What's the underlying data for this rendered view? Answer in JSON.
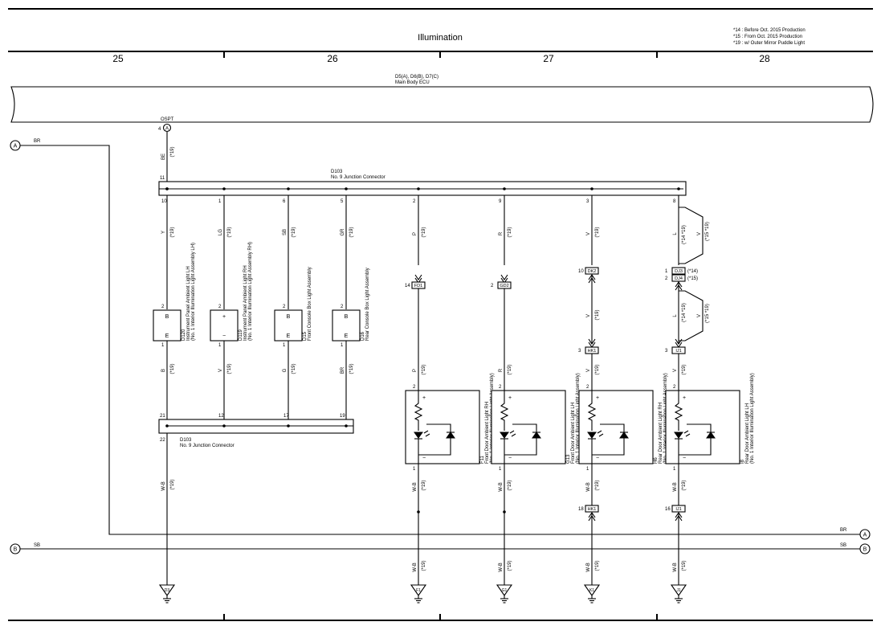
{
  "header": {
    "title": "Illumination",
    "notes": [
      "*14 : Before Oct. 2015 Production",
      "*15 : From Oct. 2015 Production",
      "*19 : w/ Outer Mirror Puddle Light"
    ],
    "columns": [
      "25",
      "26",
      "27",
      "28"
    ]
  },
  "ecu": {
    "ref": "D5(A), D6(B), D7(C)",
    "name": "Main Body ECU",
    "pin_no": "4",
    "pin_letter": "A",
    "pin_name": "OSPT"
  },
  "io": {
    "a_left": "A",
    "a_left_wire": "BR",
    "b_left": "B",
    "b_left_wire": "SB",
    "a_right": "A",
    "a_right_wire": "BR",
    "b_right": "B",
    "b_right_wire": "SB"
  },
  "junction_top": {
    "ref": "D103",
    "name": "No. 9 Junction Connector",
    "input_pin": "11",
    "input_wire": "BE",
    "input_note": "(*19)",
    "out_pins": [
      "10",
      "1",
      "6",
      "5",
      "2",
      "9",
      "3",
      "8"
    ],
    "out_wires": [
      "Y",
      "LG",
      "SB",
      "GR",
      "P",
      "R",
      "V",
      "L"
    ],
    "out_notes": [
      "(*19)",
      "(*19)",
      "(*19)",
      "(*19)",
      "(*19)",
      "(*19)",
      "(*19)",
      "(*14 *19)"
    ]
  },
  "junction_bottom": {
    "ref": "D103",
    "name": "No. 9 Junction Connector",
    "pins": [
      "21",
      "12",
      "17",
      "19"
    ],
    "out_pin": "22"
  },
  "small_lights": [
    {
      "ref": "D120",
      "name": "Instrument Panel Ambient Light LH",
      "sub": "(No. 1 Interior Illumination Light Assembly LH)",
      "top_pin": "2",
      "top_sym": "B",
      "bot_pin": "1",
      "bot_sym": "E",
      "bot_wire": "B",
      "bot_note": "(*19)"
    },
    {
      "ref": "D119",
      "name": "Instrument Panel Ambient Light RH",
      "sub": "(No. 1 Interior Illumination Light Assembly RH)",
      "top_pin": "2",
      "top_sym": "+",
      "bot_pin": "1",
      "bot_sym": "−",
      "bot_wire": "V",
      "bot_note": "(*19)"
    },
    {
      "ref": "D15",
      "name": "Front Console Box Light Assembly",
      "sub": "",
      "top_pin": "2",
      "top_sym": "B",
      "bot_pin": "1",
      "bot_sym": "E",
      "bot_wire": "G",
      "bot_note": "(*19)"
    },
    {
      "ref": "D16",
      "name": "Rear Console Box Light Assembly",
      "sub": "",
      "top_pin": "2",
      "top_sym": "B",
      "bot_pin": "1",
      "bot_sym": "E",
      "bot_wire": "BR",
      "bot_note": "(*19)"
    }
  ],
  "door_lights": [
    {
      "ref": "F11",
      "name": "Front Door Ambient Light RH",
      "sub": "(No. 1 Interior Illumination Light Assembly)",
      "conn_top_pin": "14",
      "conn_top": "FD1",
      "conn_mid_pin": "",
      "conn_mid": "",
      "in_wire": "P",
      "in_note": "(*19)",
      "top_pin": "2",
      "bot_pin": "1",
      "out_wire": "W-B",
      "out_note": "(*19)",
      "conn_bot_pin": "",
      "conn_bot": "",
      "gnd_wire": "W-B",
      "gnd_note": "(*19)",
      "gnd": "F1"
    },
    {
      "ref": "G13",
      "name": "Front Door Ambient Light LH",
      "sub": "(No. 1 Interior Illumination Light Assembly)",
      "conn_top_pin": "2",
      "conn_top": "GD2",
      "conn_mid_pin": "",
      "conn_mid": "",
      "in_wire": "R",
      "in_note": "(*19)",
      "top_pin": "2",
      "bot_pin": "1",
      "out_wire": "W-B",
      "out_note": "(*19)",
      "conn_bot_pin": "",
      "conn_bot": "",
      "gnd_wire": "W-B",
      "gnd_note": "(*19)",
      "gnd": "G1"
    },
    {
      "ref": "H6",
      "name": "Rear Door Ambient Light RH",
      "sub": "(No. 1 Interior Illumination Light Assembly)",
      "conn_top_pin": "10",
      "conn_top": "DK2",
      "mid_wire": "V",
      "mid_note": "(*19)",
      "conn_mid_pin": "3",
      "conn_mid": "HK1",
      "in_wire": "V",
      "in_note": "(*19)",
      "top_pin": "2",
      "bot_pin": "1",
      "out_wire": "W-B",
      "out_note": "(*19)",
      "conn_bot_pin": "18",
      "conn_bot": "HK1",
      "gnd_wire": "W-B",
      "gnd_note": "(*19)",
      "gnd": "K1"
    },
    {
      "ref": "I8",
      "name": "Rear Door Ambient Light LH",
      "sub": "(No. 1 Interior Illumination Light Assembly)",
      "conn_top_pin": "1",
      "conn_top": "DJ3",
      "conn_top_note": "(*14)",
      "conn_top2_pin": "2",
      "conn_top2": "DJ4",
      "conn_top2_note": "(*15)",
      "mid_wire": "L",
      "mid_note": "(*14 *19)",
      "mid_alt_wire": "V",
      "mid_alt_note": "(*15 *19)",
      "top_alt_wire": "V",
      "top_alt_note": "(*15 *19)",
      "conn_mid_pin": "3",
      "conn_mid": "IJ1",
      "in_wire": "V",
      "in_note": "(*19)",
      "top_pin": "2",
      "bot_pin": "1",
      "out_wire": "W-B",
      "out_note": "(*19)",
      "conn_bot_pin": "16",
      "conn_bot": "IJ1",
      "gnd_wire": "W-B",
      "gnd_note": "(*19)",
      "gnd": "J1"
    }
  ],
  "component_symbols": {
    "plus": "+",
    "minus": "−"
  }
}
